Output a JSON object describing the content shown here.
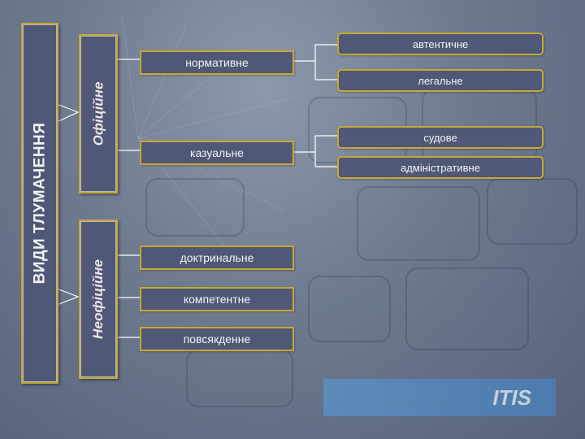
{
  "diagram": {
    "main": "ВИДИ ТЛУМАЧЕННЯ",
    "official": {
      "title": "Офіційне",
      "normative": {
        "label": "нормативне",
        "children": [
          "автентичне",
          "легальне"
        ]
      },
      "casual": {
        "label": "казуальне",
        "children": [
          "судове",
          "адміністративне"
        ]
      }
    },
    "unofficial": {
      "title": "Неофіційне",
      "items": [
        "доктринальне",
        "компетентне",
        "повсякденне"
      ]
    }
  },
  "logo": {
    "text": "ITIS"
  },
  "colors": {
    "box_fill": "#4f5876",
    "border": "#c9a832",
    "line": "#ffffff"
  }
}
